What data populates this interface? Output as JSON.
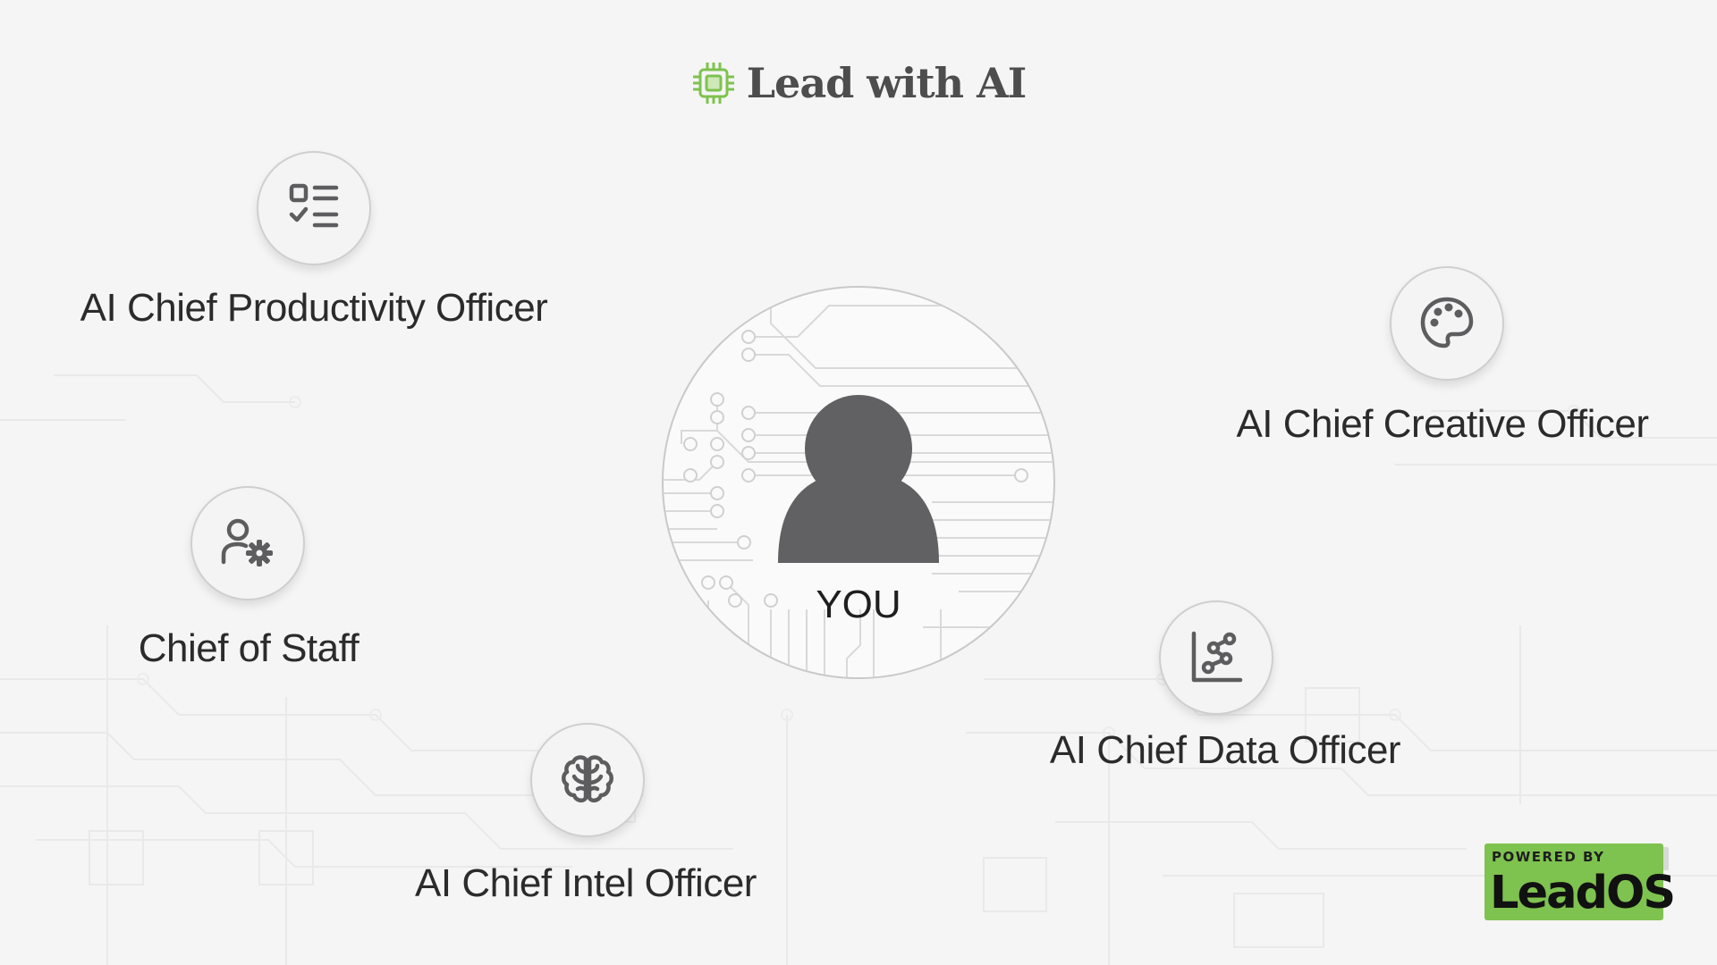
{
  "header": {
    "title": "Lead with AI",
    "icon": "chip-icon",
    "icon_color": "#7ec24f"
  },
  "center": {
    "label": "YOU",
    "icon": "person-icon",
    "avatar_color": "#616163"
  },
  "roles": [
    {
      "label": "AI Chief Productivity Officer",
      "icon": "checklist-icon"
    },
    {
      "label": "AI Chief Creative Officer",
      "icon": "palette-icon"
    },
    {
      "label": "Chief of Staff",
      "icon": "user-gear-icon"
    },
    {
      "label": "AI Chief Data Officer",
      "icon": "scatter-chart-icon"
    },
    {
      "label": "AI Chief Intel Officer",
      "icon": "brain-icon"
    }
  ],
  "badge": {
    "small_text": "POWERED BY",
    "brand": "LeadOS",
    "color": "#7ec24f"
  },
  "colors": {
    "icon_stroke": "#5d5d5f",
    "text": "#2b2b2b",
    "background": "#f5f5f5"
  }
}
